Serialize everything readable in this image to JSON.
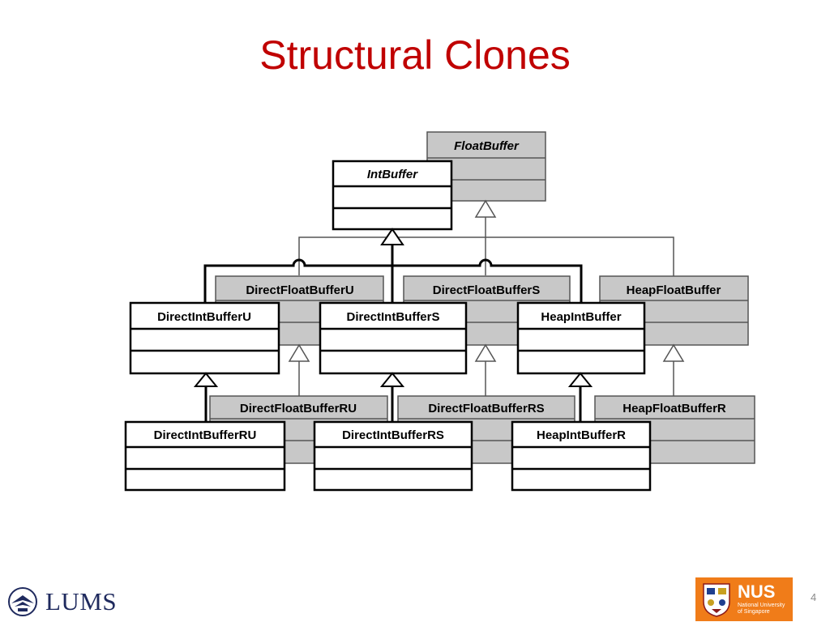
{
  "slide": {
    "title": "Structural Clones",
    "page_number": "4"
  },
  "diagram": {
    "float_classes": {
      "float_buffer": "FloatBuffer",
      "direct_float_buffer_u": "DirectFloatBufferU",
      "direct_float_buffer_s": "DirectFloatBufferS",
      "heap_float_buffer": "HeapFloatBuffer",
      "direct_float_buffer_ru": "DirectFloatBufferRU",
      "direct_float_buffer_rs": "DirectFloatBufferRS",
      "heap_float_buffer_r": "HeapFloatBufferR"
    },
    "int_classes": {
      "int_buffer": "IntBuffer",
      "direct_int_buffer_u": "DirectIntBufferU",
      "direct_int_buffer_s": "DirectIntBufferS",
      "heap_int_buffer": "HeapIntBuffer",
      "direct_int_buffer_ru": "DirectIntBufferRU",
      "direct_int_buffer_rs": "DirectIntBufferRS",
      "heap_int_buffer_r": "HeapIntBufferR"
    },
    "colors": {
      "float_fill": "#c8c8c8",
      "int_fill": "#ffffff",
      "float_stroke": "#555555",
      "int_stroke": "#000000"
    }
  },
  "footer": {
    "left_logo": "LUMS",
    "right_logo": "NUS",
    "right_logo_subtitle": "National University of Singapore"
  }
}
